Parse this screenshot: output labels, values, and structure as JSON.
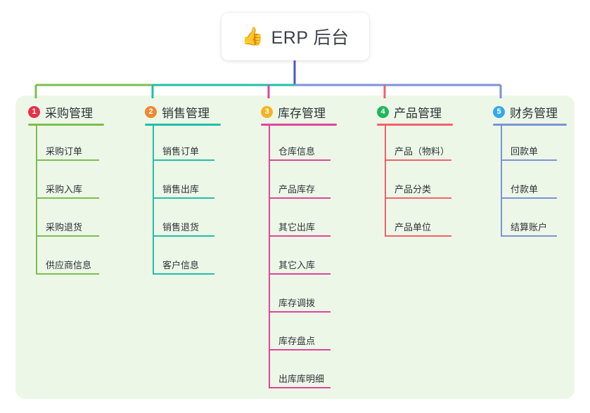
{
  "diagram": {
    "type": "org-tree",
    "background_color": "#ffffff",
    "panel_color": "#edf7e7",
    "root": {
      "icon": "thumbs-up-icon",
      "emoji": "👍",
      "label": "ERP 后台",
      "stem_color": "#4b58c4"
    },
    "branches": [
      {
        "index": "1",
        "title": "采购管理",
        "badge_color": "#e8304a",
        "line_color": "#7cbe4f",
        "items": [
          {
            "label": "采购订单"
          },
          {
            "label": "采购入库"
          },
          {
            "label": "采购退货"
          },
          {
            "label": "供应商信息"
          }
        ]
      },
      {
        "index": "2",
        "title": "销售管理",
        "badge_color": "#f0882e",
        "line_color": "#22bfa8",
        "items": [
          {
            "label": "销售订单"
          },
          {
            "label": "销售出库"
          },
          {
            "label": "销售退货"
          },
          {
            "label": "客户信息"
          }
        ]
      },
      {
        "index": "3",
        "title": "库存管理",
        "badge_color": "#f5b323",
        "line_color": "#e0459a",
        "items": [
          {
            "label": "仓库信息"
          },
          {
            "label": "产品库存"
          },
          {
            "label": "其它出库"
          },
          {
            "label": "其它入库"
          },
          {
            "label": "库存调拨"
          },
          {
            "label": "库存盘点"
          },
          {
            "label": "出库库明细"
          }
        ]
      },
      {
        "index": "4",
        "title": "产品管理",
        "badge_color": "#1eb85c",
        "line_color": "#f4606c",
        "items": [
          {
            "label": "产品（物料）"
          },
          {
            "label": "产品分类"
          },
          {
            "label": "产品单位"
          }
        ]
      },
      {
        "index": "5",
        "title": "财务管理",
        "badge_color": "#34a9e8",
        "line_color": "#7b93d6",
        "items": [
          {
            "label": "回款单"
          },
          {
            "label": "付款单"
          },
          {
            "label": "结算账户"
          }
        ]
      }
    ]
  }
}
